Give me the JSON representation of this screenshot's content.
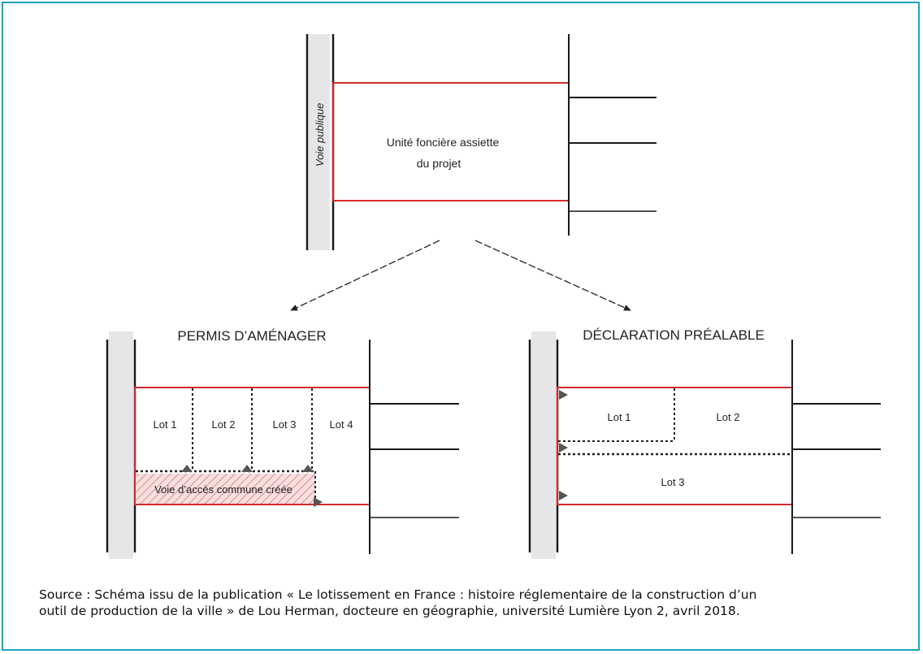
{
  "colors": {
    "frame": "#1aa3bf",
    "parcel_border": "#d42a2a",
    "road": "#e6e6e6",
    "hatch": "#f1c3c3"
  },
  "top": {
    "voie_label": "Voie publique",
    "unit_label_line1": "Unité foncière assiette",
    "unit_label_line2": "du projet"
  },
  "left": {
    "title": "PERMIS D’AMÉNAGER",
    "lots": [
      "Lot 1",
      "Lot 2",
      "Lot 3",
      "Lot 4"
    ],
    "access_road_label": "Voie d’accès commune créée"
  },
  "right": {
    "title": "DÉCLARATION PRÉALABLE",
    "lots": [
      "Lot 1",
      "Lot 2",
      "Lot 3"
    ]
  },
  "caption": {
    "line1": "Source : Schéma issu de la publication « Le lotissement en France : histoire réglementaire de la construction d’un",
    "line2": "outil de production de la ville » de Lou Herman, docteure en géographie, université Lumière Lyon 2, avril 2018."
  }
}
